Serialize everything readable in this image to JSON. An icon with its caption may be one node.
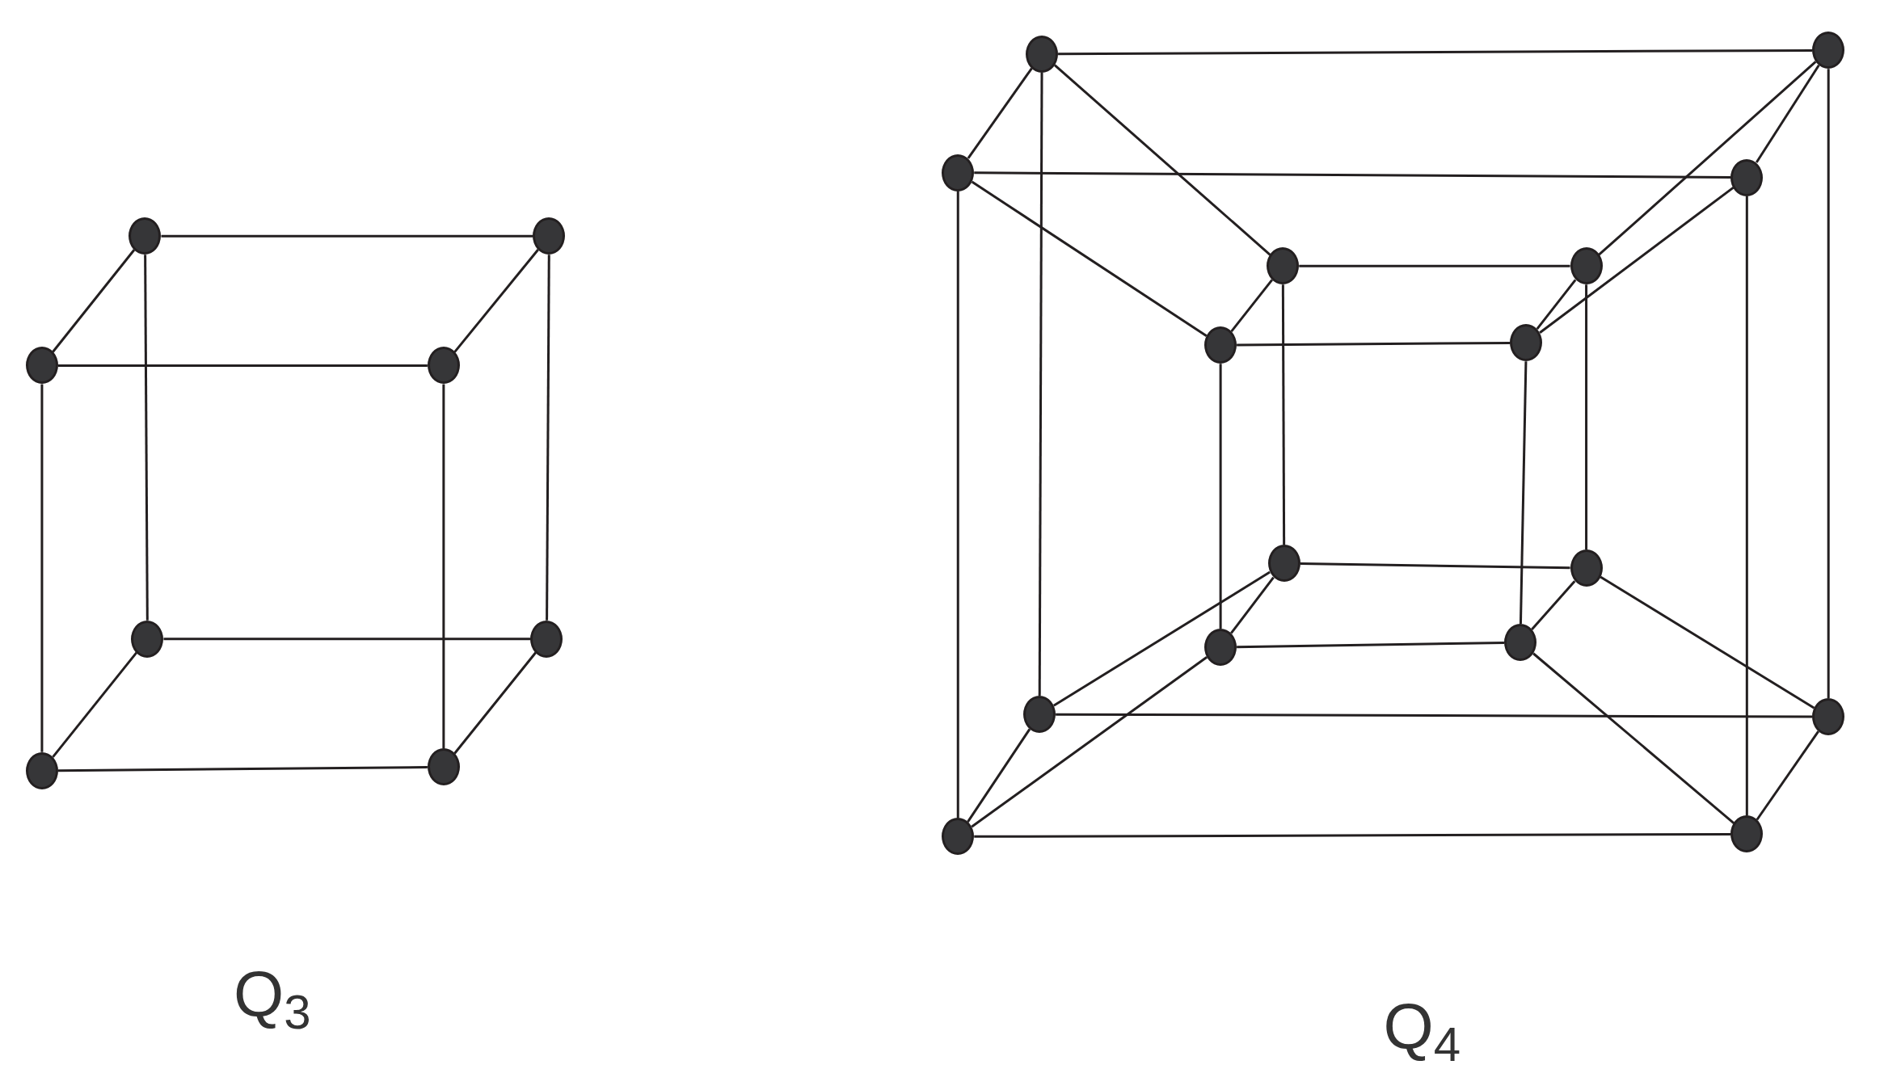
{
  "diagram": {
    "nodes": [
      {
        "text": [],
        "shape": "circle"
      },
      {
        "text": [],
        "shape": "circle"
      },
      {
        "text": [],
        "shape": "circle"
      },
      {
        "text": [],
        "shape": "circle"
      },
      {
        "text": [],
        "shape": "circle"
      },
      {
        "text": [],
        "shape": "circle"
      },
      {
        "text": [],
        "shape": "circle"
      },
      {
        "text": [],
        "shape": "circle"
      },
      {
        "text": [],
        "shape": "circle"
      },
      {
        "text": [],
        "shape": "circle"
      },
      {
        "text": [],
        "shape": "circle"
      },
      {
        "text": [],
        "shape": "circle"
      },
      {
        "text": [],
        "shape": "circle"
      },
      {
        "text": [],
        "shape": "circle"
      },
      {
        "text": [],
        "shape": "circle"
      },
      {
        "text": [],
        "shape": "circle"
      },
      {
        "text": [],
        "shape": "circle"
      },
      {
        "text": [],
        "shape": "circle"
      },
      {
        "text": [],
        "shape": "circle"
      },
      {
        "text": [],
        "shape": "circle"
      },
      {
        "text": [],
        "shape": "circle"
      },
      {
        "text": [],
        "shape": "circle"
      },
      {
        "text": [],
        "shape": "circle"
      },
      {
        "text": [],
        "shape": "circle"
      }
    ],
    "edges": [
      {
        "from": 0,
        "to": 1,
        "arrow": "none"
      },
      {
        "from": 0,
        "to": 2,
        "arrow": "none"
      },
      {
        "from": 1,
        "to": 3,
        "arrow": "none"
      },
      {
        "from": 2,
        "to": 3,
        "arrow": "none"
      },
      {
        "from": 0,
        "to": 4,
        "arrow": "none"
      },
      {
        "from": 1,
        "to": 5,
        "arrow": "none"
      },
      {
        "from": 2,
        "to": 6,
        "arrow": "none"
      },
      {
        "from": 3,
        "to": 7,
        "arrow": "none"
      },
      {
        "from": 4,
        "to": 5,
        "arrow": "none"
      },
      {
        "from": 4,
        "to": 6,
        "arrow": "none"
      },
      {
        "from": 5,
        "to": 7,
        "arrow": "none"
      },
      {
        "from": 6,
        "to": 7,
        "arrow": "none"
      },
      {
        "from": 8,
        "to": 9,
        "arrow": "none"
      },
      {
        "from": 8,
        "to": 10,
        "arrow": "none"
      },
      {
        "from": 9,
        "to": 11,
        "arrow": "none"
      },
      {
        "from": 10,
        "to": 11,
        "arrow": "none"
      },
      {
        "from": 8,
        "to": 20,
        "arrow": "none"
      },
      {
        "from": 9,
        "to": 21,
        "arrow": "none"
      },
      {
        "from": 10,
        "to": 22,
        "arrow": "none"
      },
      {
        "from": 11,
        "to": 23,
        "arrow": "none"
      },
      {
        "from": 20,
        "to": 21,
        "arrow": "none"
      },
      {
        "from": 20,
        "to": 22,
        "arrow": "none"
      },
      {
        "from": 21,
        "to": 23,
        "arrow": "none"
      },
      {
        "from": 22,
        "to": 23,
        "arrow": "none"
      },
      {
        "from": 12,
        "to": 13,
        "arrow": "none"
      },
      {
        "from": 12,
        "to": 14,
        "arrow": "none"
      },
      {
        "from": 13,
        "to": 15,
        "arrow": "none"
      },
      {
        "from": 14,
        "to": 15,
        "arrow": "none"
      },
      {
        "from": 12,
        "to": 16,
        "arrow": "none"
      },
      {
        "from": 13,
        "to": 17,
        "arrow": "none"
      },
      {
        "from": 14,
        "to": 18,
        "arrow": "none"
      },
      {
        "from": 15,
        "to": 19,
        "arrow": "none"
      },
      {
        "from": 16,
        "to": 17,
        "arrow": "none"
      },
      {
        "from": 16,
        "to": 18,
        "arrow": "none"
      },
      {
        "from": 17,
        "to": 19,
        "arrow": "none"
      },
      {
        "from": 18,
        "to": 19,
        "arrow": "none"
      },
      {
        "from": 8,
        "to": 12,
        "arrow": "none"
      },
      {
        "from": 9,
        "to": 13,
        "arrow": "none"
      },
      {
        "from": 10,
        "to": 14,
        "arrow": "none"
      },
      {
        "from": 11,
        "to": 15,
        "arrow": "none"
      },
      {
        "from": 20,
        "to": 16,
        "arrow": "none"
      },
      {
        "from": 21,
        "to": 17,
        "arrow": "none"
      },
      {
        "from": 22,
        "to": 18,
        "arrow": "none"
      },
      {
        "from": 23,
        "to": 19,
        "arrow": "none"
      }
    ],
    "labels": [
      "Q$_{3}$",
      "Q$_{4}$"
    ]
  }
}
